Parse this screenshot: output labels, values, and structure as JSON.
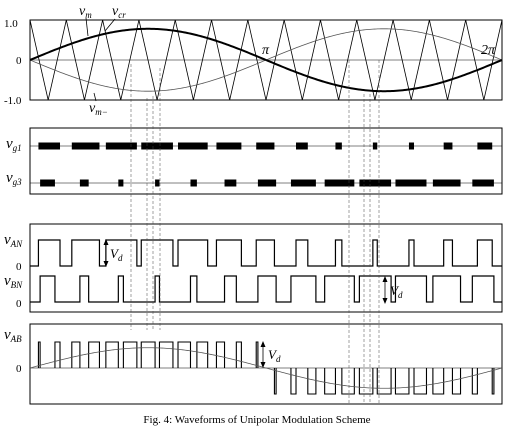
{
  "figure": {
    "caption": "Fig. 4: Waveforms of Unipolar Modulation Scheme",
    "colors": {
      "ink": "#000000",
      "thin": "#555555",
      "guide": "#444444",
      "background": "#ffffff"
    }
  },
  "panel_top": {
    "y_tick_top": "1.0",
    "y_tick_mid": "0",
    "y_tick_bottom": "-1.0",
    "label_vm": "v",
    "label_vm_sub": "m",
    "label_vcr": "v",
    "label_vcr_sub": "cr",
    "label_vmneg": "v",
    "label_vmneg_sub": "m−",
    "label_pi": "π",
    "label_2pi": "2π"
  },
  "panel_gate": {
    "label_g1": "v",
    "label_g1_sub": "g1",
    "label_g3": "v",
    "label_g3_sub": "g3"
  },
  "panel_an_bn": {
    "label_an": "v",
    "label_an_sub": "AN",
    "label_bn": "v",
    "label_bn_sub": "BN",
    "zero_an": "0",
    "zero_bn": "0",
    "vd_an": "V",
    "vd_an_sub": "d",
    "vd_bn": "V",
    "vd_bn_sub": "d"
  },
  "panel_ab": {
    "label_ab": "v",
    "label_ab_sub": "AB",
    "zero": "0",
    "vd": "V",
    "vd_sub": "d"
  },
  "chart_data": {
    "type": "line",
    "modulation": "unipolar",
    "carrier_cycles_per_period": 13,
    "modulation_index": 0.78,
    "carrier_range": [
      -1.0,
      1.0
    ],
    "x_ticks": [
      "π",
      "2π"
    ],
    "y_ticks": [
      "1.0",
      "0",
      "-1.0"
    ],
    "series": [
      {
        "name": "v_m",
        "values": "0.78·sin(θ), θ ∈ [0, 2π]"
      },
      {
        "name": "v_m−",
        "values": "−0.78·sin(θ)"
      },
      {
        "name": "v_cr",
        "values": "triangle carrier, 13 cycles per fundamental period, peak ±1.0"
      },
      {
        "name": "v_g1",
        "values": "1 when v_m > v_cr, else 0"
      },
      {
        "name": "v_g3",
        "values": "1 when v_m− > v_cr, else 0"
      },
      {
        "name": "v_AN",
        "values": "V_d·v_g1"
      },
      {
        "name": "v_BN",
        "values": "V_d·v_g3"
      },
      {
        "name": "v_AB",
        "values": "v_AN − v_BN"
      }
    ]
  }
}
